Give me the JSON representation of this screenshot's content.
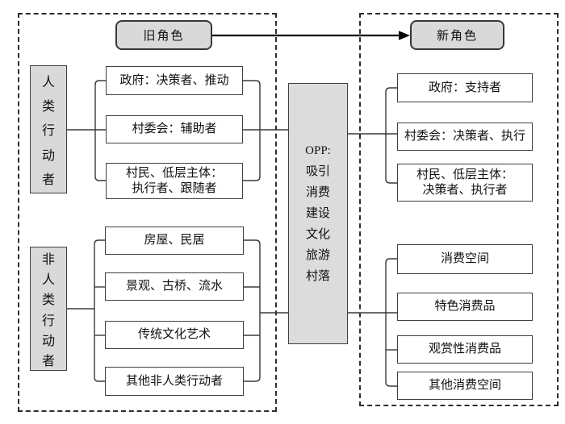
{
  "headers": {
    "old_role": "旧角色",
    "new_role": "新角色"
  },
  "left": {
    "human": {
      "label": "人类行动者",
      "boxes": [
        {
          "line1": "政府：决策者、推动"
        },
        {
          "line1": "村委会：辅助者"
        },
        {
          "line1": "村民、低层主体：",
          "line2": "执行者、跟随者"
        }
      ]
    },
    "nonhuman": {
      "label": "非人类行动者",
      "boxes": [
        {
          "line1": "房屋、民居"
        },
        {
          "line1": "景观、古桥、流水"
        },
        {
          "line1": "传统文化艺术"
        },
        {
          "line1": "其他非人类行动者"
        }
      ]
    }
  },
  "center": {
    "lines": [
      "OPP:",
      "吸引",
      "消费",
      "建设",
      "文化",
      "旅游",
      "村落"
    ]
  },
  "right": {
    "human": {
      "boxes": [
        {
          "line1": "政府：支持者"
        },
        {
          "line1": "村委会：决策者、执行"
        },
        {
          "line1": "村民、低层主体：",
          "line2": "决策者、执行者"
        }
      ]
    },
    "consumption": {
      "boxes": [
        {
          "line1": "消费空间"
        },
        {
          "line1": "特色消费品"
        },
        {
          "line1": "观赏性消费品"
        },
        {
          "line1": "其他消费空间"
        }
      ]
    }
  },
  "colors": {
    "grey_fill": "#d9d9d9",
    "border_dark": "#3f3f3f",
    "connector": "#3a3a3a",
    "arrow": "#000000"
  }
}
